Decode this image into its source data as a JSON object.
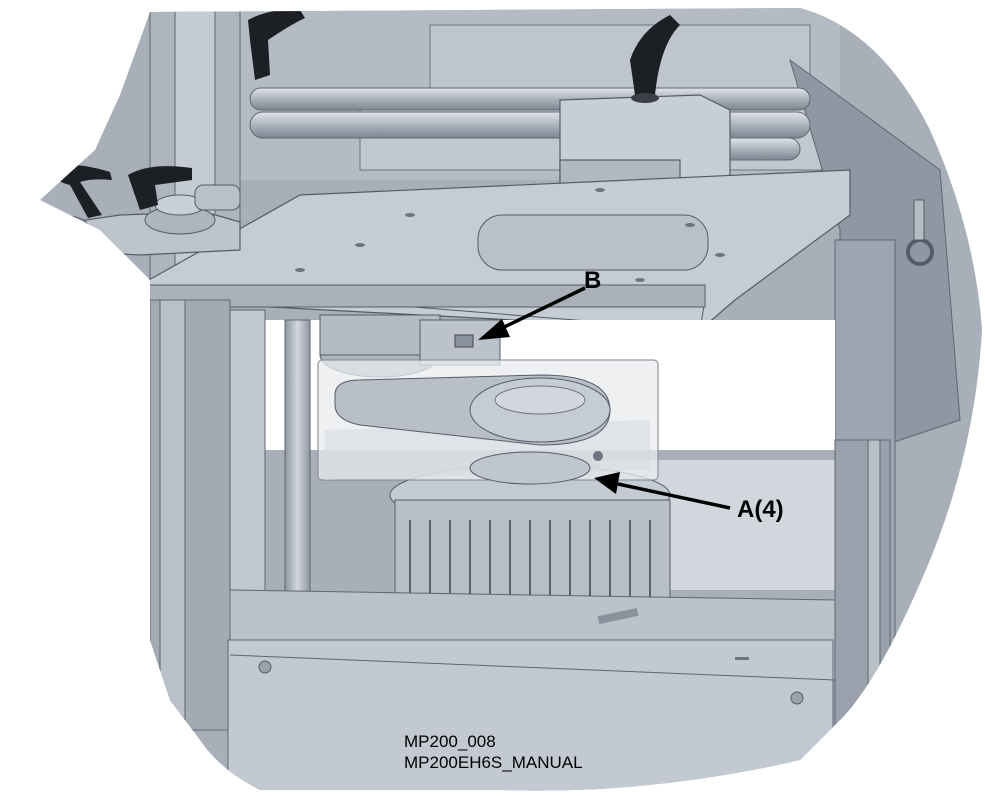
{
  "callouts": {
    "b": "B",
    "a": "A(4)"
  },
  "caption": {
    "drawing_id": "MP200_008",
    "manual_id": "MP200EH6S_MANUAL"
  }
}
